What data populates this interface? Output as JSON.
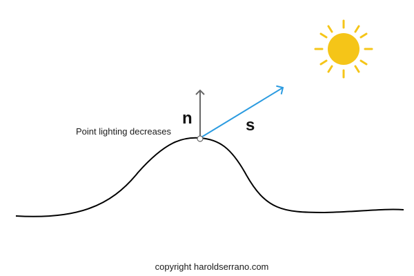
{
  "annotation": {
    "point_label": "Point lighting decreases"
  },
  "vectors": {
    "normal": {
      "label": "n",
      "color": "#666666"
    },
    "light": {
      "label": "s",
      "color": "#2b9be0"
    }
  },
  "sun": {
    "color": "#f5c518"
  },
  "surface": {
    "color": "#000000"
  },
  "footer": {
    "copyright": "copyright haroldserrano.com"
  }
}
